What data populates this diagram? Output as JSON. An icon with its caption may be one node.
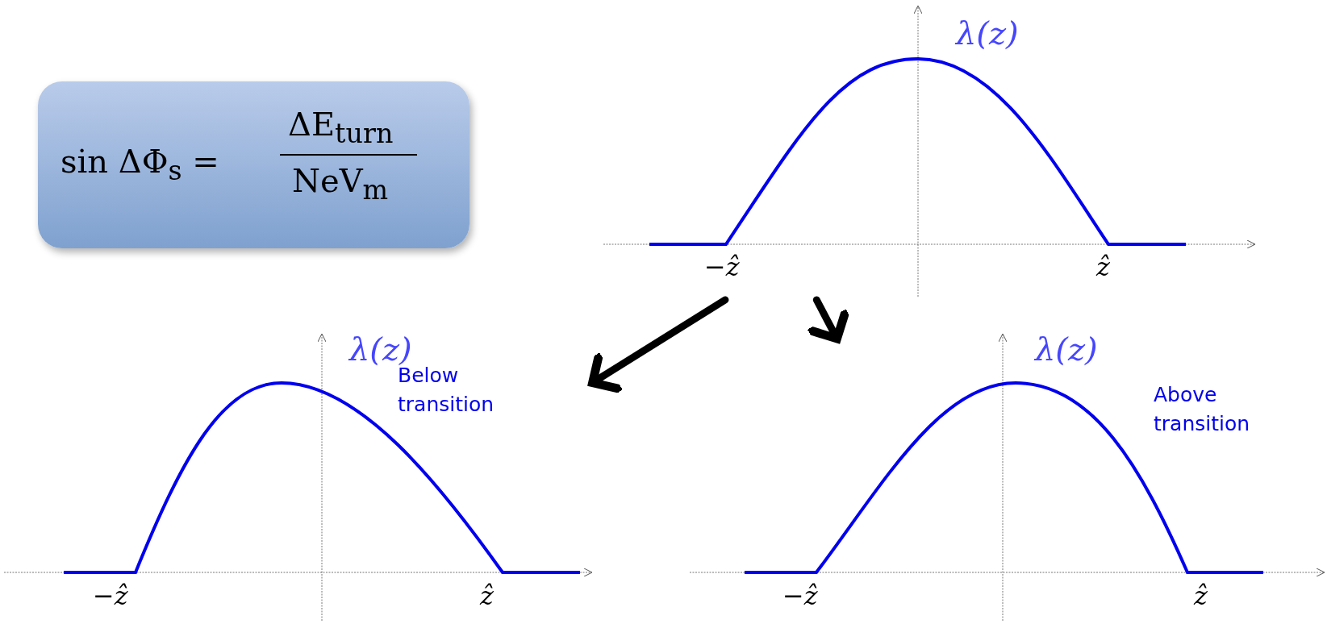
{
  "diagram": {
    "nodes": [
      {
        "text": [
          "sin ΔΦ$_{s}$ =",
          "ΔE$_{turn}$",
          "NeV$_{m}$"
        ]
      },
      {
        "text": [
          "λ(z)",
          "−ẑ",
          "ẑ"
        ]
      },
      {
        "text": [
          "λ(z)",
          "−ẑ",
          "ẑ",
          "Below transition"
        ]
      },
      {
        "text": [
          "λ(z)",
          "−ẑ",
          "ẑ",
          "Above transition"
        ]
      }
    ],
    "edges": [
      {
        "from": 1,
        "to": 2,
        "arrow": "to"
      },
      {
        "from": 1,
        "to": 3,
        "arrow": "to"
      }
    ]
  }
}
